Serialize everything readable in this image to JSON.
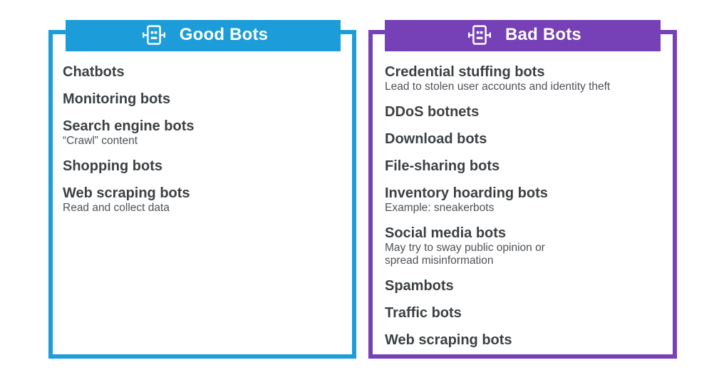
{
  "colors": {
    "good_accent": "#1C9DD9",
    "bad_accent": "#7640B6",
    "header_text": "#FFFFFF",
    "item_label": "#3C4043",
    "item_description": "#4D5156"
  },
  "panels": {
    "good": {
      "title": "Good Bots",
      "icon": "robot-icon",
      "accent_color": "#1C9DD9",
      "items": [
        {
          "label": "Chatbots",
          "description": ""
        },
        {
          "label": "Monitoring bots",
          "description": ""
        },
        {
          "label": "Search engine bots",
          "description": "“Crawl” content"
        },
        {
          "label": "Shopping bots",
          "description": ""
        },
        {
          "label": "Web scraping bots",
          "description": "Read and collect data"
        }
      ]
    },
    "bad": {
      "title": "Bad Bots",
      "icon": "robot-icon",
      "accent_color": "#7640B6",
      "items": [
        {
          "label": "Credential stuffing bots",
          "description": "Lead to stolen user accounts and identity theft"
        },
        {
          "label": "DDoS botnets",
          "description": ""
        },
        {
          "label": "Download bots",
          "description": ""
        },
        {
          "label": "File-sharing bots",
          "description": ""
        },
        {
          "label": "Inventory hoarding bots",
          "description": "Example: sneakerbots"
        },
        {
          "label": "Social media bots",
          "description": "May try to sway public opinion or\nspread misinformation"
        },
        {
          "label": "Spambots",
          "description": ""
        },
        {
          "label": "Traffic bots",
          "description": ""
        },
        {
          "label": "Web scraping bots",
          "description": ""
        }
      ]
    }
  }
}
